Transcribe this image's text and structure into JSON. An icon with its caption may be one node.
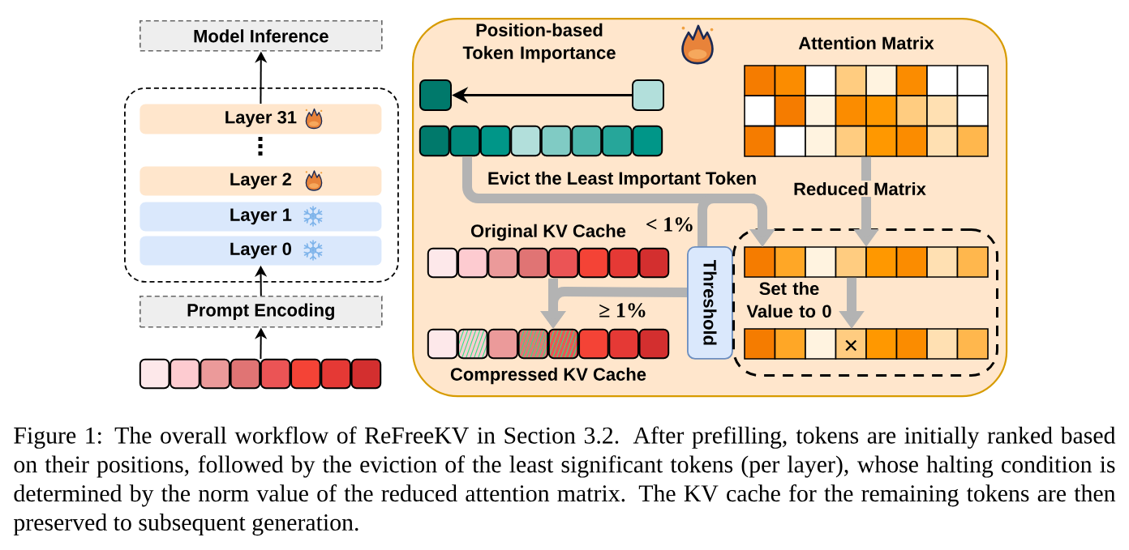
{
  "diagram": {
    "caption": "Figure 1: The overall workflow of ReFreeKV in Section 3.2. After prefilling, tokens are initially ranked based on their positions, followed by the eviction of the least significant tokens (per layer), whose halting condition is determined by the norm value of the reduced attention matrix. The KV cache for the remaining tokens are then preserved to subsequent generation.",
    "nodes": [
      {
        "text": [
          "Model Inference"
        ]
      },
      {
        "text": [],
        "shape": "box"
      },
      {
        "text": [
          "Layer 31"
        ],
        "in": 1
      },
      {
        "text": [
          "Layer 2"
        ],
        "in": 1
      },
      {
        "text": [
          "Layer 1"
        ],
        "in": 1
      },
      {
        "text": [
          "Layer 0"
        ],
        "in": 1
      },
      {
        "text": [
          "Prompt Encoding"
        ]
      },
      {
        "text": [],
        "shape": "bar"
      },
      {
        "text": [],
        "shape": "box"
      },
      {
        "text": [],
        "shape": "box",
        "in": 8
      },
      {
        "text": [],
        "shape": "box",
        "in": 8
      },
      {
        "text": [],
        "shape": "bar",
        "in": 8
      },
      {
        "text": [
          "Attention Matrix"
        ],
        "in": 8
      },
      {
        "text": [
          "Original KV Cache"
        ],
        "in": 8
      },
      {
        "text": [
          "Threshold"
        ],
        "in": 8
      },
      {
        "text": [],
        "shape": "box",
        "in": 8
      },
      {
        "text": [],
        "shape": "bar",
        "in": 15
      },
      {
        "text": [],
        "shape": "bar",
        "in": 15
      },
      {
        "text": [
          "Compressed KV Cache"
        ],
        "in": 8
      }
    ],
    "edges": [
      {
        "from": 7,
        "to": 6,
        "arrow": "to",
        "color": "#000000"
      },
      {
        "from": 6,
        "to": 5,
        "arrow": "to",
        "color": "#000000"
      },
      {
        "from": 2,
        "to": 0,
        "arrow": "to",
        "color": "#000000"
      },
      {
        "from": 10,
        "to": 9,
        "arrow": "to",
        "color": "#000000"
      },
      {
        "from": 11,
        "to": 16,
        "arrow": "to",
        "label": "Evict the Least Important Token",
        "color": "#b3b3b3"
      },
      {
        "from": 14,
        "to": 16,
        "arrow": "to",
        "label": "< 1%",
        "color": "#b3b3b3"
      },
      {
        "from": 12,
        "to": 16,
        "arrow": "to",
        "label": "Reduced Matrix",
        "color": "#b3b3b3"
      },
      {
        "from": 16,
        "to": 17,
        "arrow": "to",
        "label": "Set the Value to 0",
        "color": "#b3b3b3"
      },
      {
        "from": 13,
        "to": 18,
        "arrow": "to",
        "color": "#b3b3b3"
      },
      {
        "from": 14,
        "to": 18,
        "arrow": "to",
        "label": "≥ 1%",
        "color": "#b3b3b3"
      }
    ],
    "labels": [
      "Position-based Token Importance"
    ]
  }
}
